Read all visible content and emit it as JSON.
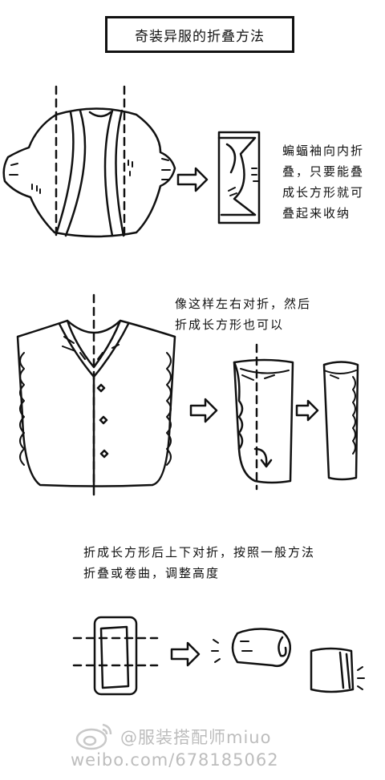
{
  "title": "奇装异服的折叠方法",
  "note1": [
    "蝙蝠袖向内折",
    "叠，只要能叠",
    "成长方形就可",
    "叠起来收纳"
  ],
  "note2": [
    "像这样左右对折，然后",
    "折成长方形也可以"
  ],
  "note3": [
    "折成长方形后上下对折，按照一般方法",
    "折叠或卷曲，调整高度"
  ],
  "watermark": {
    "handle": "@服装搭配师miuo",
    "url": "weibo.com/678185062"
  },
  "icons": [
    "batwing-top-icon",
    "folded-rectangle-icon",
    "arrow-right-icon",
    "vest-icon",
    "rolled-garment-icon",
    "weibo-logo-icon"
  ]
}
